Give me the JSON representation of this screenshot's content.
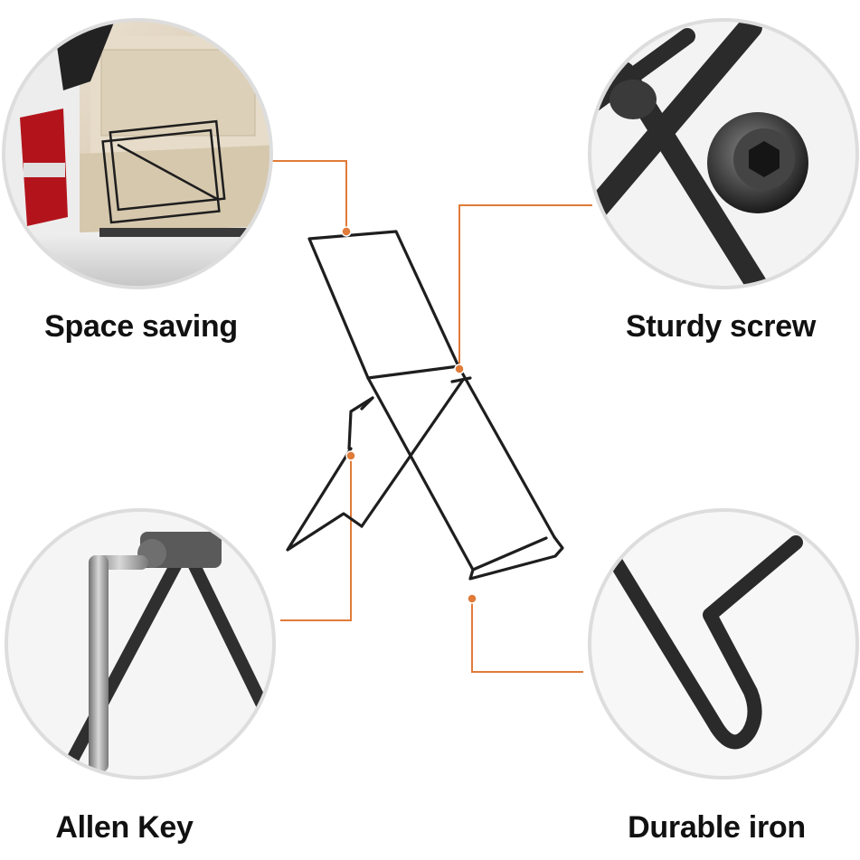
{
  "features": {
    "space_saving": "Space saving",
    "sturdy_screw": "Sturdy screw",
    "allen_key": "Allen Key",
    "durable_iron": "Durable iron"
  },
  "colors": {
    "accent": "#e07b39",
    "frame": "#1e1e1e",
    "circle_border": "#dddddd",
    "label": "#111111"
  },
  "icons": {
    "center": "foldable-stand-frame",
    "top_left": "car-trunk-photo",
    "top_right": "screw-detail-photo",
    "bottom_left": "allen-key-detail-photo",
    "bottom_right": "iron-bend-detail-photo"
  }
}
